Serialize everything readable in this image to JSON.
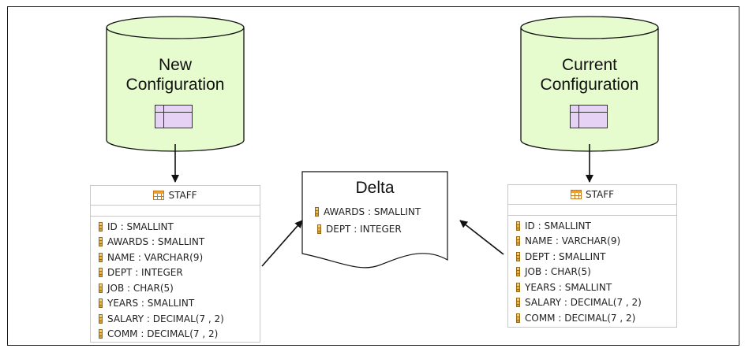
{
  "new_config": {
    "label_line1": "New",
    "label_line2": "Configuration",
    "table": {
      "name": "STAFF",
      "columns": [
        "ID : SMALLINT",
        "AWARDS : SMALLINT",
        "NAME : VARCHAR(9)",
        "DEPT : INTEGER",
        "JOB : CHAR(5)",
        "YEARS : SMALLINT",
        "SALARY : DECIMAL(7 , 2)",
        "COMM : DECIMAL(7 , 2)"
      ]
    }
  },
  "current_config": {
    "label_line1": "Current",
    "label_line2": "Configuration",
    "table": {
      "name": "STAFF",
      "columns": [
        "ID : SMALLINT",
        "NAME : VARCHAR(9)",
        "DEPT : SMALLINT",
        "JOB : CHAR(5)",
        "YEARS : SMALLINT",
        "SALARY : DECIMAL(7 , 2)",
        "COMM : DECIMAL(7 , 2)"
      ]
    }
  },
  "delta": {
    "title": "Delta",
    "columns": [
      "AWARDS : SMALLINT",
      "DEPT : INTEGER"
    ]
  },
  "colors": {
    "cylinder_fill": "#e6fccf",
    "mini_table_fill": "#e6d2f5",
    "outline": "#1a1a1a"
  },
  "icons": {
    "table": "table-icon",
    "column": "column-icon"
  }
}
